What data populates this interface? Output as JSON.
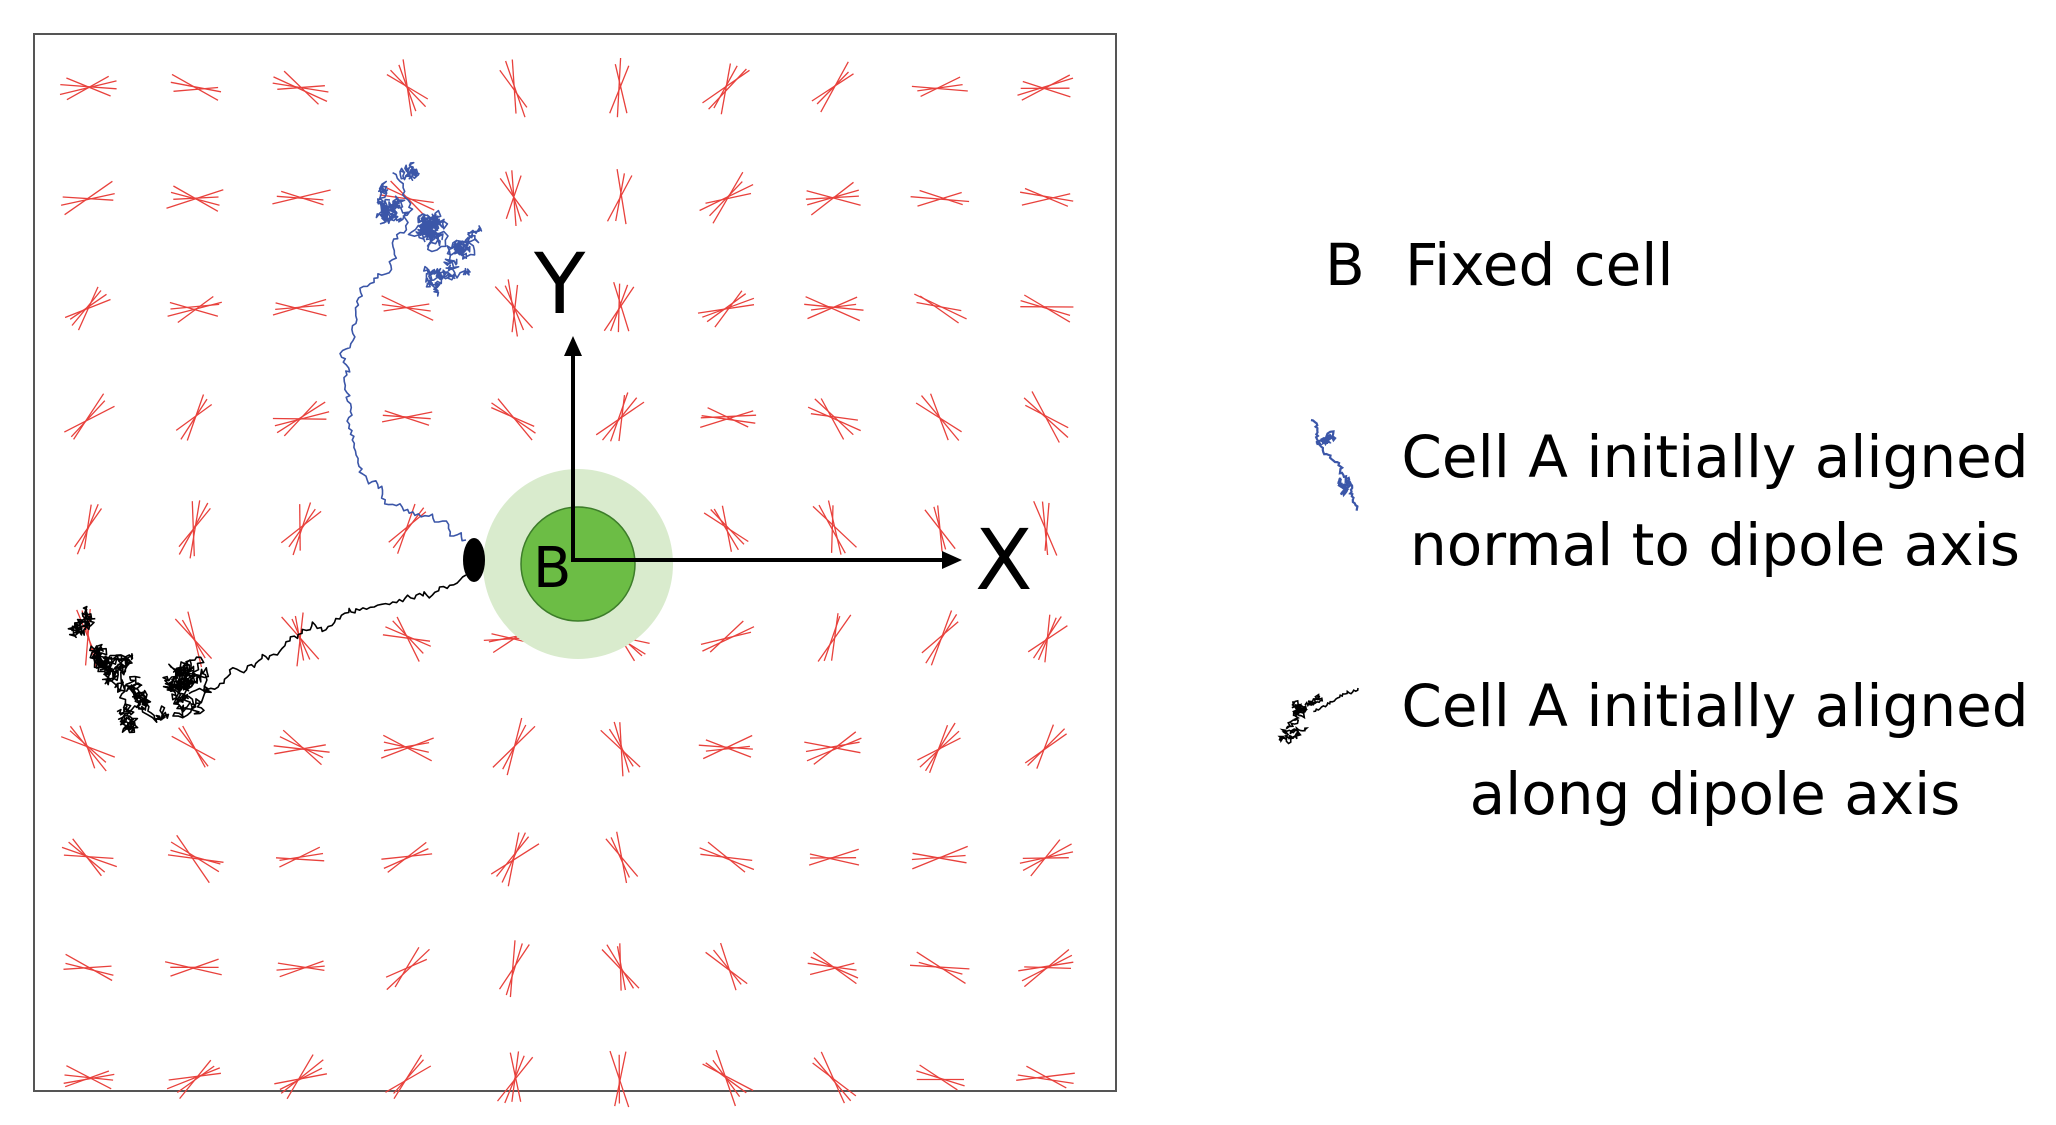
{
  "diagram": {
    "axis_x_label": "X",
    "axis_y_label": "Y",
    "fixed_cell_label": "B",
    "colors": {
      "field_lines": "#e8413c",
      "trajectory_normal": "#3b56a8",
      "trajectory_along": "#000000",
      "fixed_cell_core": "#6cbd45",
      "fixed_cell_halo": "#d9ebcd",
      "frame": "#555555"
    },
    "legend": {
      "fixed_marker": "B",
      "fixed_label": "Fixed cell",
      "normal_line1": "Cell A initially aligned",
      "normal_line2": "normal to dipole axis",
      "along_line1": "Cell A initially aligned",
      "along_line2": "along dipole axis"
    }
  }
}
